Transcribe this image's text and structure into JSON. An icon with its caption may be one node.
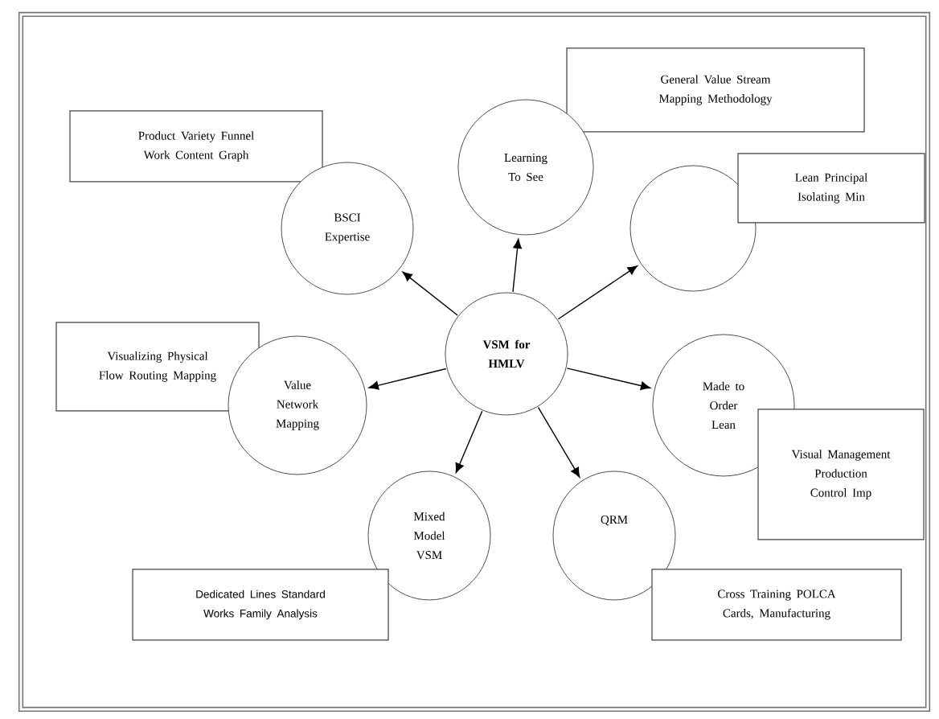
{
  "diagram": {
    "nodes": [
      {
        "text": [
          "General Value Stream Mapping Methodology"
        ]
      },
      {
        "text": [
          "Product Variety Funnel Work Content Graph"
        ]
      },
      {
        "text": [
          "Learning To See"
        ]
      },
      {
        "text": [
          "BSCI Expertise"
        ]
      },
      {
        "text": [],
        "shape": "circle"
      },
      {
        "text": [
          "Lean Principal Isolating Min"
        ]
      },
      {
        "text": [
          "VSM for HMLV"
        ]
      },
      {
        "text": [
          "Visualizing Physical Flow Routing Mapping"
        ]
      },
      {
        "text": [
          "Value Network Mapping"
        ]
      },
      {
        "text": [
          "Made to Order Lean"
        ]
      },
      {
        "text": [
          "Visual Management Production Control Imp"
        ]
      },
      {
        "text": [
          "Mixed Model VSM"
        ]
      },
      {
        "text": [
          "QRM"
        ]
      },
      {
        "text": [
          "Dedicated Lines Standard Works Family Analysis"
        ]
      },
      {
        "text": [
          "Cross Training POLCA Cards, Manufacturing"
        ]
      }
    ],
    "edges": [
      {
        "from": 6,
        "to": 2,
        "arrow": "to"
      },
      {
        "from": 6,
        "to": 3,
        "arrow": "to"
      },
      {
        "from": 6,
        "to": 4,
        "arrow": "to"
      },
      {
        "from": 6,
        "to": 8,
        "arrow": "to"
      },
      {
        "from": 6,
        "to": 9,
        "arrow": "to"
      },
      {
        "from": 6,
        "to": 11,
        "arrow": "to"
      },
      {
        "from": 6,
        "to": 12,
        "arrow": "to"
      }
    ]
  }
}
